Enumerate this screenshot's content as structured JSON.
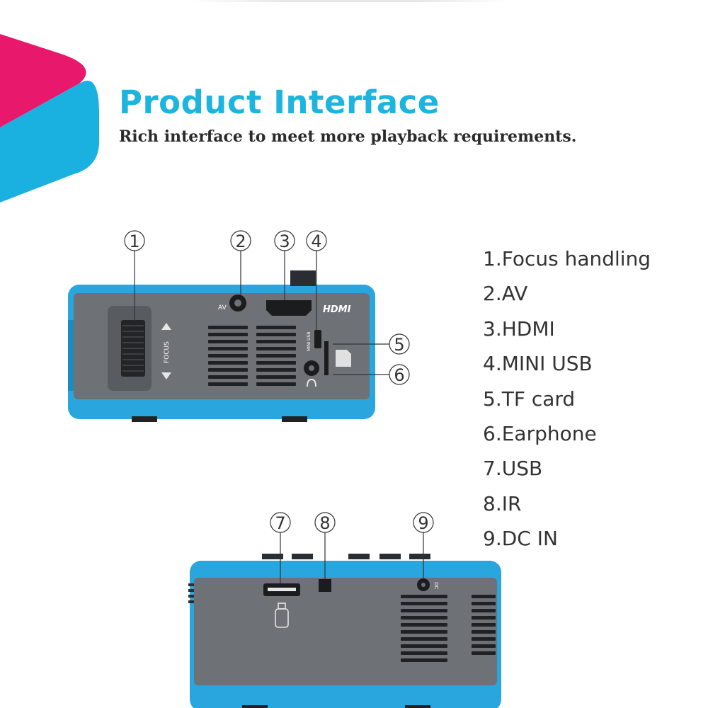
{
  "header": {
    "title": "Product Interface",
    "subtitle": "Rich interface to meet more playback requirements."
  },
  "colors": {
    "accent_blue": "#1db5e0",
    "accent_pink": "#e8186c",
    "body_gray": "#6e7175",
    "shell_blue": "#2aa6de"
  },
  "front_panel": {
    "port_labels": {
      "av": "AV",
      "hdmi": "HDMI",
      "focus": "FOCUS",
      "mini_usb": "MINI USB"
    },
    "callouts": [
      "1",
      "2",
      "3",
      "4",
      "5",
      "6"
    ]
  },
  "back_panel": {
    "port_labels": {
      "dc": "DC"
    },
    "callouts": [
      "7",
      "8",
      "9"
    ]
  },
  "spec_list": [
    "1.Focus handling",
    "2.AV",
    "3.HDMI",
    "4.MINI USB",
    "5.TF card",
    "6.Earphone",
    "7.USB",
    "8.IR",
    "9.DC IN"
  ],
  "icons": [
    "arrow-up-icon",
    "arrow-down-icon",
    "sd-card-icon",
    "headphone-icon",
    "usb-stick-icon"
  ]
}
